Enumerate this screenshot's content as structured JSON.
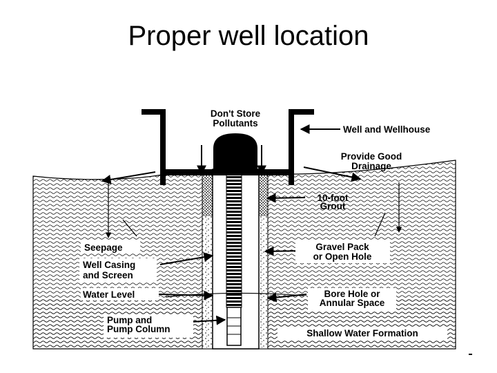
{
  "slide": {
    "title": "Proper well location"
  },
  "diagram": {
    "labels": {
      "dont_store_1": "Don't Store",
      "dont_store_2": "Pollutants",
      "well_wellhouse": "Well and Wellhouse",
      "drainage_1": "Provide Good",
      "drainage_2": "Drainage",
      "grout_1": "10-foot",
      "grout_2": "Grout",
      "seepage": "Seepage",
      "casing_1": "Well Casing",
      "casing_2": "and Screen",
      "gravel_1": "Gravel Pack",
      "gravel_2": "or Open Hole",
      "water_level": "Water Level",
      "bore_1": "Bore Hole or",
      "bore_2": "Annular Space",
      "pump_1": "Pump and",
      "pump_2": "Pump Column",
      "shallow": "Shallow Water Formation"
    }
  },
  "colors": {
    "ink": "#000000",
    "background": "#ffffff",
    "water": "#ffffff"
  }
}
